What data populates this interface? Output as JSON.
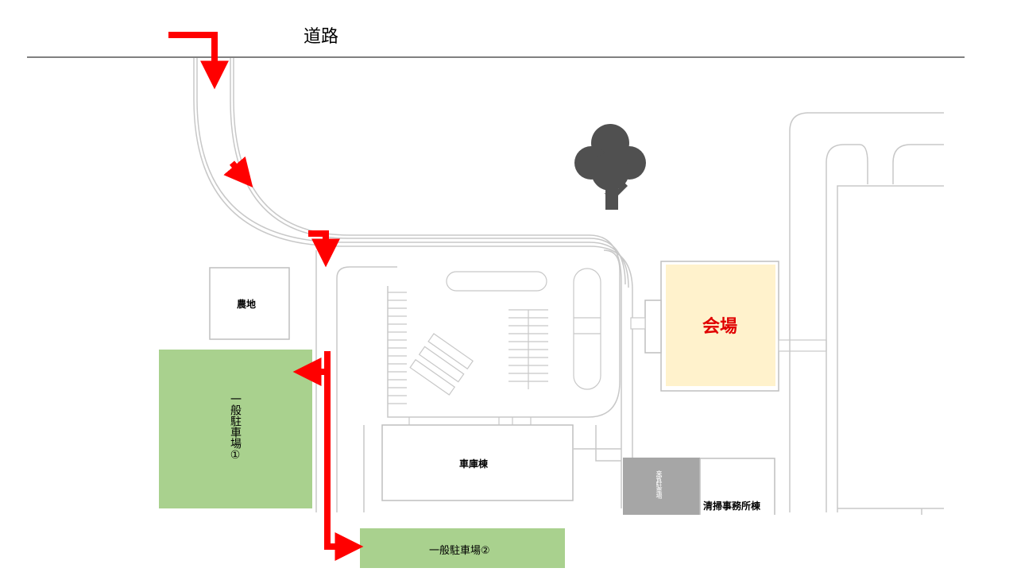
{
  "labels": {
    "road": "道路",
    "farm": "農地",
    "venue": "会場",
    "garage": "車庫棟",
    "office": "清掃事務所棟",
    "reserved_parking": "来賓駐車場",
    "general_parking_1": "一般駐車場①",
    "general_parking_2": "一般駐車場②"
  },
  "colors": {
    "arrow": "#ff0000",
    "venue_fill": "#fff2cc",
    "venue_text": "#e00000",
    "general_parking": "#a9d18e",
    "reserved_parking": "#a6a6a6",
    "tree": "#505050",
    "outline": "#bfbfbf"
  },
  "icons": {
    "tree": "tree-icon",
    "arrow": "route-arrow-icon"
  }
}
